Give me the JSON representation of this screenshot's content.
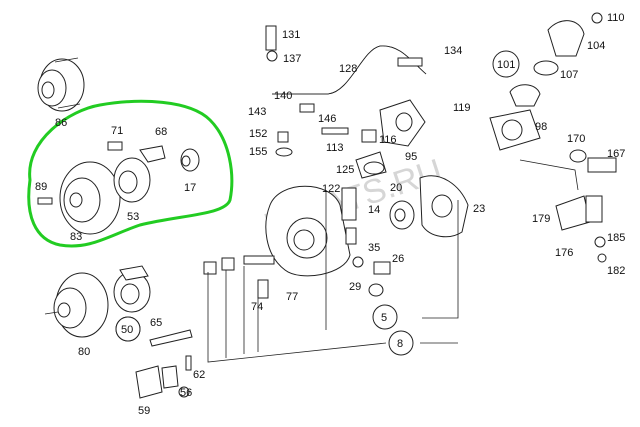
{
  "watermark": "LLCATS.RU",
  "highlight_color": "#22cc22",
  "labels": {
    "p131": "131",
    "p110": "110",
    "p137": "137",
    "p134": "134",
    "p104": "104",
    "p128": "128",
    "p101": "101",
    "p107": "107",
    "p140": "140",
    "p143": "143",
    "p146": "146",
    "p119": "119",
    "p98": "98",
    "p152": "152",
    "p116": "116",
    "p170": "170",
    "p155": "155",
    "p113": "113",
    "p95": "95",
    "p167": "167",
    "p86": "86",
    "p71": "71",
    "p68": "68",
    "p125": "125",
    "p89": "89",
    "p17": "17",
    "p122": "122",
    "p20": "20",
    "p14": "14",
    "p23": "23",
    "p53": "53",
    "p83": "83",
    "p179": "179",
    "p35": "35",
    "p176": "176",
    "p185": "185",
    "p26": "26",
    "p182": "182",
    "p29": "29",
    "p74": "74",
    "p77": "77",
    "p5": "5",
    "p80": "80",
    "p50": "50",
    "p65": "65",
    "p8": "8",
    "p62": "62",
    "p56": "56",
    "p59": "59"
  }
}
